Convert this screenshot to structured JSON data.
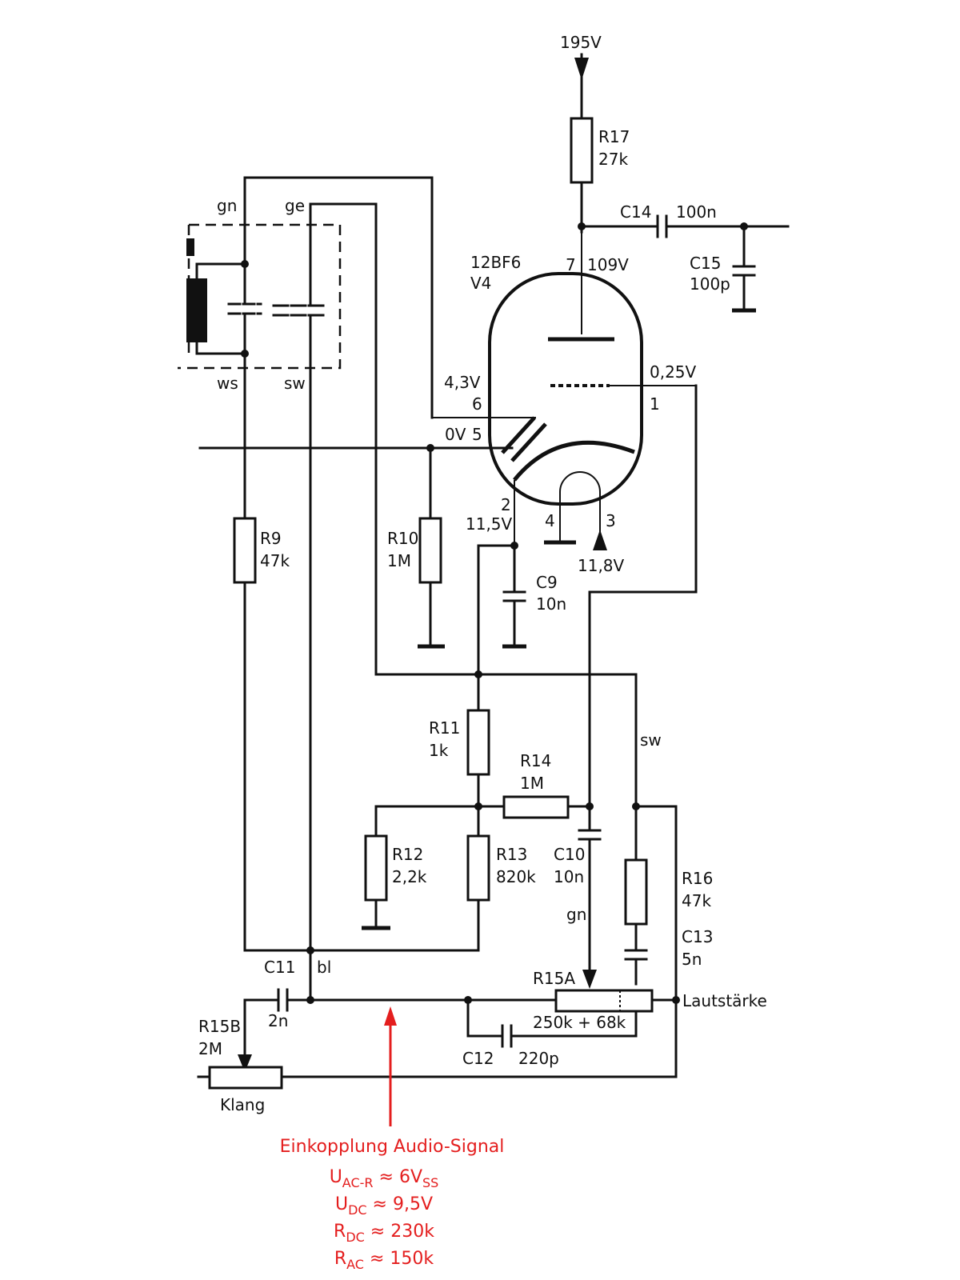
{
  "supply": {
    "voltage": "195V"
  },
  "tube": {
    "type": "12BF6",
    "ref": "V4"
  },
  "pins": {
    "p7": {
      "num": "7",
      "volt": "109V"
    },
    "p6": {
      "num": "6",
      "volt": "4,3V"
    },
    "p5": {
      "num": "5",
      "volt": "0V"
    },
    "p1": {
      "num": "1",
      "volt": "0,25V"
    },
    "p2": {
      "num": "2",
      "volt": "11,5V"
    },
    "p4": {
      "num": "4"
    },
    "p3": {
      "num": "3",
      "volt": "11,8V"
    }
  },
  "components": {
    "R17": {
      "name": "R17",
      "value": "27k"
    },
    "C14": {
      "name": "C14",
      "value": "100n"
    },
    "C15": {
      "name": "C15",
      "value": "100p"
    },
    "R9": {
      "name": "R9",
      "value": "47k"
    },
    "R10": {
      "name": "R10",
      "value": "1M"
    },
    "C9": {
      "name": "C9",
      "value": "10n"
    },
    "R11": {
      "name": "R11",
      "value": "1k"
    },
    "R14": {
      "name": "R14",
      "value": "1M"
    },
    "R12": {
      "name": "R12",
      "value": "2,2k"
    },
    "R13": {
      "name": "R13",
      "value": "820k"
    },
    "C10": {
      "name": "C10",
      "value": "10n"
    },
    "R16": {
      "name": "R16",
      "value": "47k"
    },
    "C13": {
      "name": "C13",
      "value": "5n"
    },
    "C11": {
      "name": "C11",
      "value": "2n"
    },
    "R15A": {
      "name": "R15A",
      "value": "250k + 68k",
      "function": "Lautstärke"
    },
    "C12": {
      "name": "C12",
      "value": "220p"
    },
    "R15B": {
      "name": "R15B",
      "value": "2M",
      "function": "Klang"
    }
  },
  "wires": {
    "gn_top": "gn",
    "ge_top": "ge",
    "ws": "ws",
    "sw_left": "sw",
    "sw_right": "sw",
    "gn_bottom": "gn",
    "bl": "bl"
  },
  "annotation": {
    "title": "Einkopplung Audio-Signal",
    "lines": [
      {
        "sym": "U",
        "sub": "AC-R",
        "val": "≈ 6V",
        "valsub": "SS"
      },
      {
        "sym": "U",
        "sub": "DC",
        "val": "≈ 9,5V",
        "valsub": ""
      },
      {
        "sym": "R",
        "sub": "DC",
        "val": "≈ 230k",
        "valsub": ""
      },
      {
        "sym": "R",
        "sub": "AC",
        "val": "≈ 150k",
        "valsub": ""
      }
    ],
    "color": "#e41e1e"
  }
}
